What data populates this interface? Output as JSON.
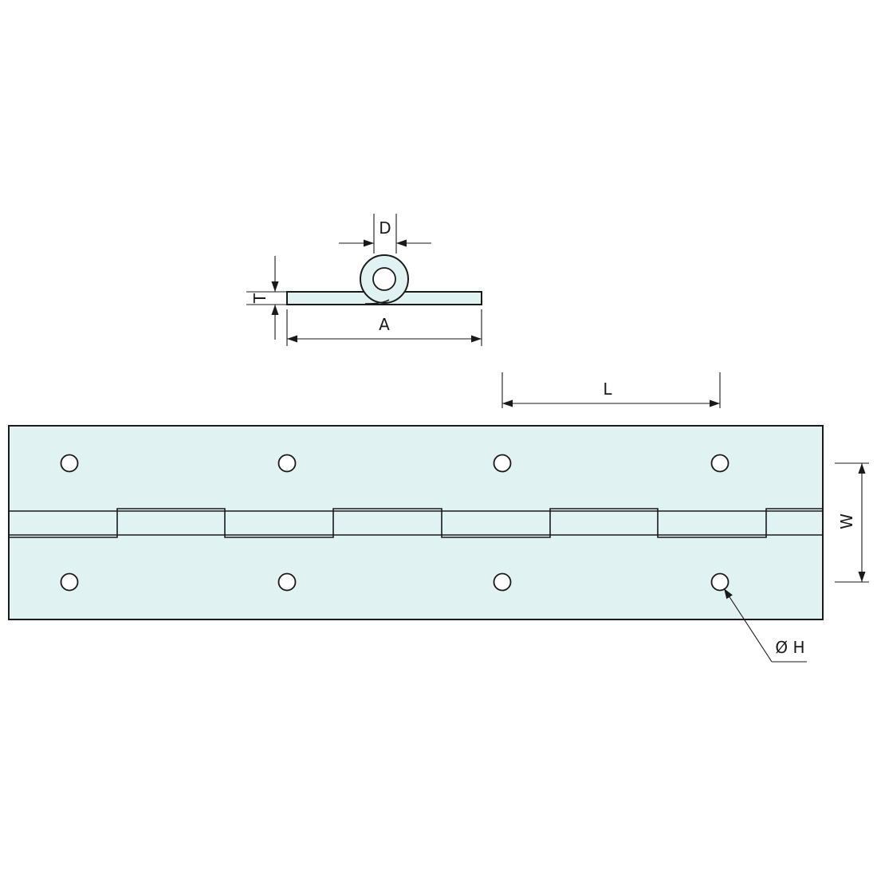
{
  "labels": {
    "knuckle_diameter": "D",
    "thickness": "T",
    "open_width": "A",
    "pitch": "L",
    "leaf_width": "W",
    "hole_diameter": "Ø H"
  },
  "colors": {
    "part_fill": "#e0f2f2",
    "line": "#1a1a1a",
    "background": "#ffffff"
  }
}
